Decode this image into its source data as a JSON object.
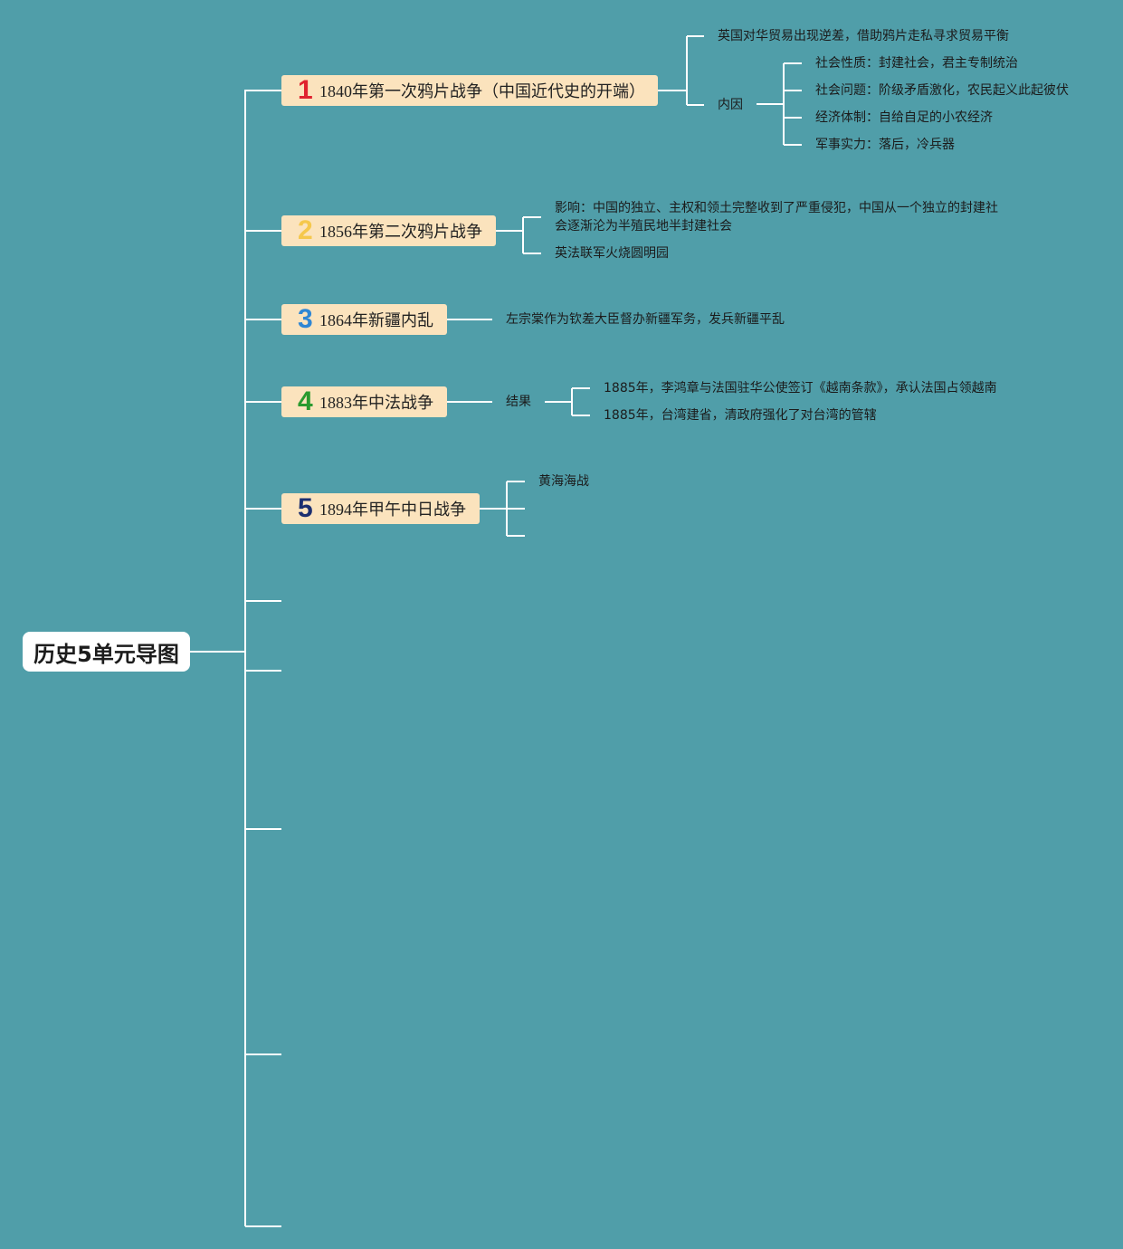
{
  "root": {
    "title": "历史5单元导图"
  },
  "colors": {
    "background": "#509ea9",
    "branch_fill": "#fbe3bd",
    "num1": "#e0232f",
    "num2": "#f5c84c",
    "num3": "#2e86d4",
    "num4": "#2a9a2e",
    "num5": "#1c2f70"
  },
  "branches": [
    {
      "number": "1",
      "label": "1840年第一次鸦片战争（中国近代史的开端）",
      "children": {
        "c1": "英国对华贸易出现逆差，借助鸦片走私寻求贸易平衡",
        "c2": "内因",
        "sub": [
          "社会性质：封建社会，君主专制统治",
          "社会问题：阶级矛盾激化，农民起义此起彼伏",
          "经济体制：自给自足的小农经济",
          "军事实力：落后，冷兵器"
        ]
      }
    },
    {
      "number": "2",
      "label": "1856年第二次鸦片战争",
      "children": {
        "c1": "影响：中国的独立、主权和领土完整收到了严重侵犯，中国从一个独立的封建社会逐渐沦为半殖民地半封建社会",
        "c2": "英法联军火烧圆明园"
      }
    },
    {
      "number": "3",
      "label": "1864年新疆内乱",
      "children": {
        "c1": "左宗棠作为钦差大臣督办新疆军务，发兵新疆平乱"
      }
    },
    {
      "number": "4",
      "label": "1883年中法战争",
      "children": {
        "c1": "结果",
        "sub": [
          "1885年，李鸿章与法国驻华公使签订《越南条款》，承认法国占领越南",
          "1885年，台湾建省，清政府强化了对台湾的管辖"
        ]
      }
    },
    {
      "number": "5",
      "label": "1894年甲午中日战争",
      "children": {
        "c1": "黄海海战"
      }
    }
  ]
}
